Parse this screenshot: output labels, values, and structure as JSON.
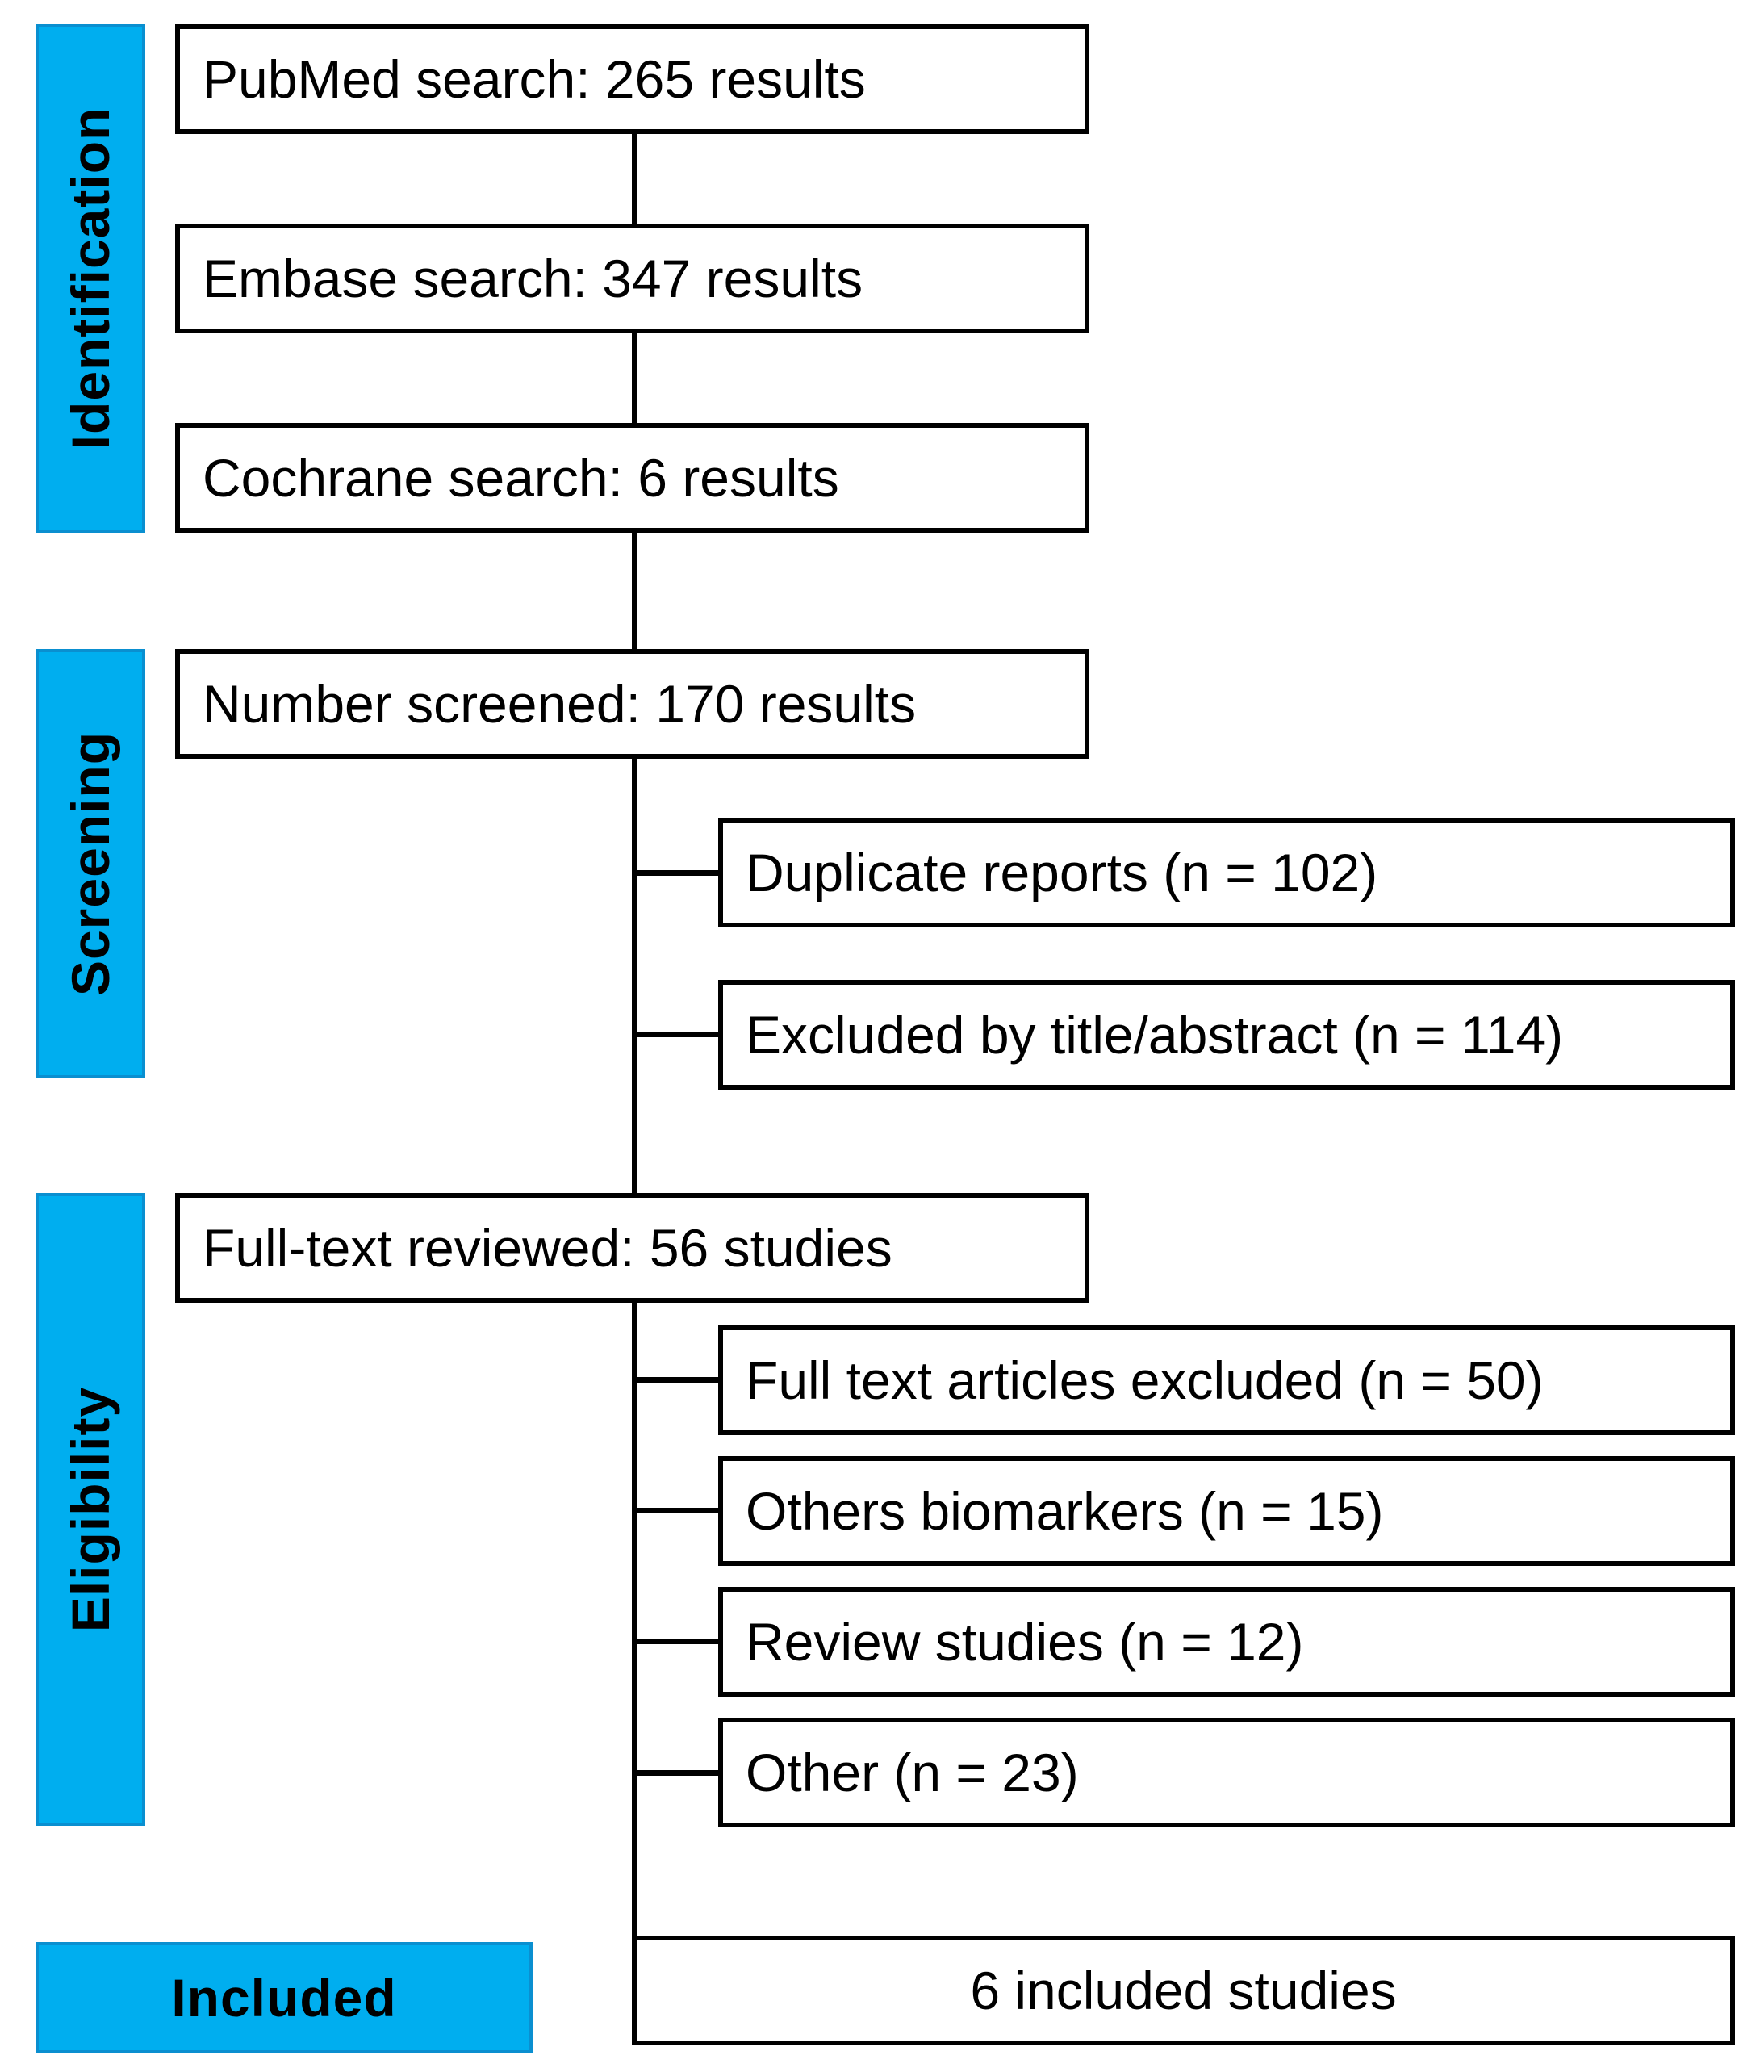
{
  "stages": {
    "identification": "Identification",
    "screening": "Screening",
    "eligibility": "Eligibility",
    "included": "Included"
  },
  "boxes": {
    "pubmed": "PubMed search: 265 results",
    "embase": "Embase search: 347 results",
    "cochrane": "Cochrane search: 6 results",
    "screened": "Number screened: 170 results",
    "duplicates": "Duplicate reports (n = 102)",
    "excluded_title": "Excluded by title/abstract (n = 114)",
    "fulltext_reviewed": "Full-text reviewed: 56 studies",
    "fulltext_excluded": "Full text articles excluded (n = 50)",
    "other_biomarkers": "Others biomarkers (n = 15)",
    "review_studies": "Review studies (n = 12)",
    "other": "Other (n = 23)",
    "included_studies": "6 included studies"
  },
  "colors": {
    "stage_fill": "#00aeef",
    "stage_border": "#0a8fd0",
    "box_border": "#000000"
  }
}
